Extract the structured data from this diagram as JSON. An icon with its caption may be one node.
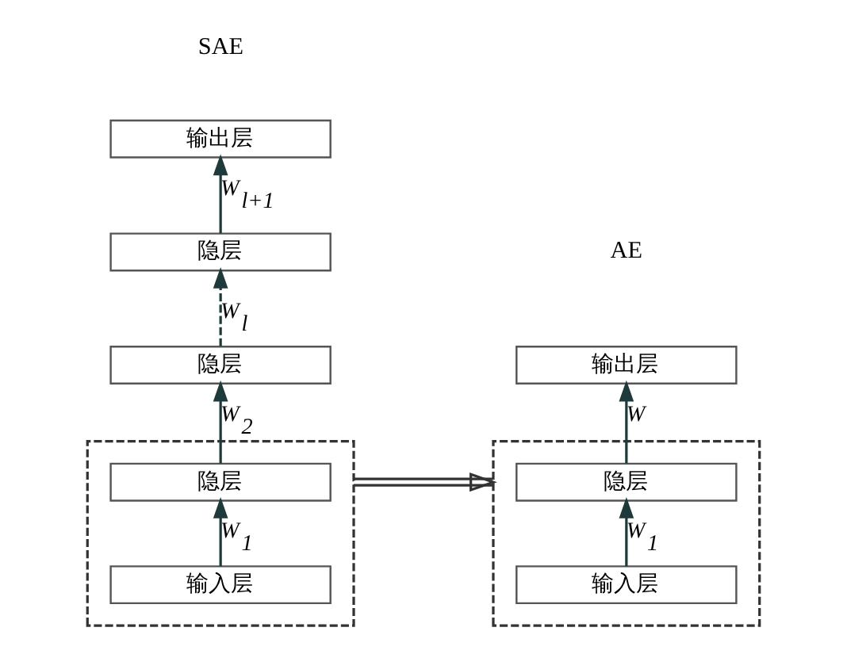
{
  "diagram": {
    "nodes": [
      {
        "text": [
          "输出层"
        ]
      },
      {
        "text": [
          "隐层"
        ]
      },
      {
        "text": [
          "隐层"
        ]
      },
      {
        "text": [],
        "shape": "box"
      },
      {
        "text": [
          "隐层"
        ],
        "in": 3
      },
      {
        "text": [
          "输入层"
        ],
        "in": 3
      },
      {
        "text": [
          "输出层"
        ]
      },
      {
        "text": [],
        "shape": "box"
      },
      {
        "text": [
          "隐层"
        ],
        "in": 7
      },
      {
        "text": [
          "输入层"
        ],
        "in": 7
      }
    ],
    "edges": [
      {
        "from": 5,
        "to": 4,
        "arrow": "to",
        "label": "W$_{1}$"
      },
      {
        "from": 4,
        "to": 2,
        "arrow": "to",
        "label": "W$_{2}$"
      },
      {
        "from": 2,
        "to": 1,
        "arrow": "to",
        "label": "W$_{l}$",
        "style": "dashed"
      },
      {
        "from": 1,
        "to": 0,
        "arrow": "to",
        "label": "W$_{l+1}$"
      },
      {
        "from": 3,
        "to": 7,
        "arrow": "to"
      },
      {
        "from": 9,
        "to": 8,
        "arrow": "to",
        "label": "W$_{1}$"
      },
      {
        "from": 8,
        "to": 6,
        "arrow": "to",
        "label": "W"
      }
    ],
    "labels": [
      "SAE",
      "AE"
    ]
  }
}
